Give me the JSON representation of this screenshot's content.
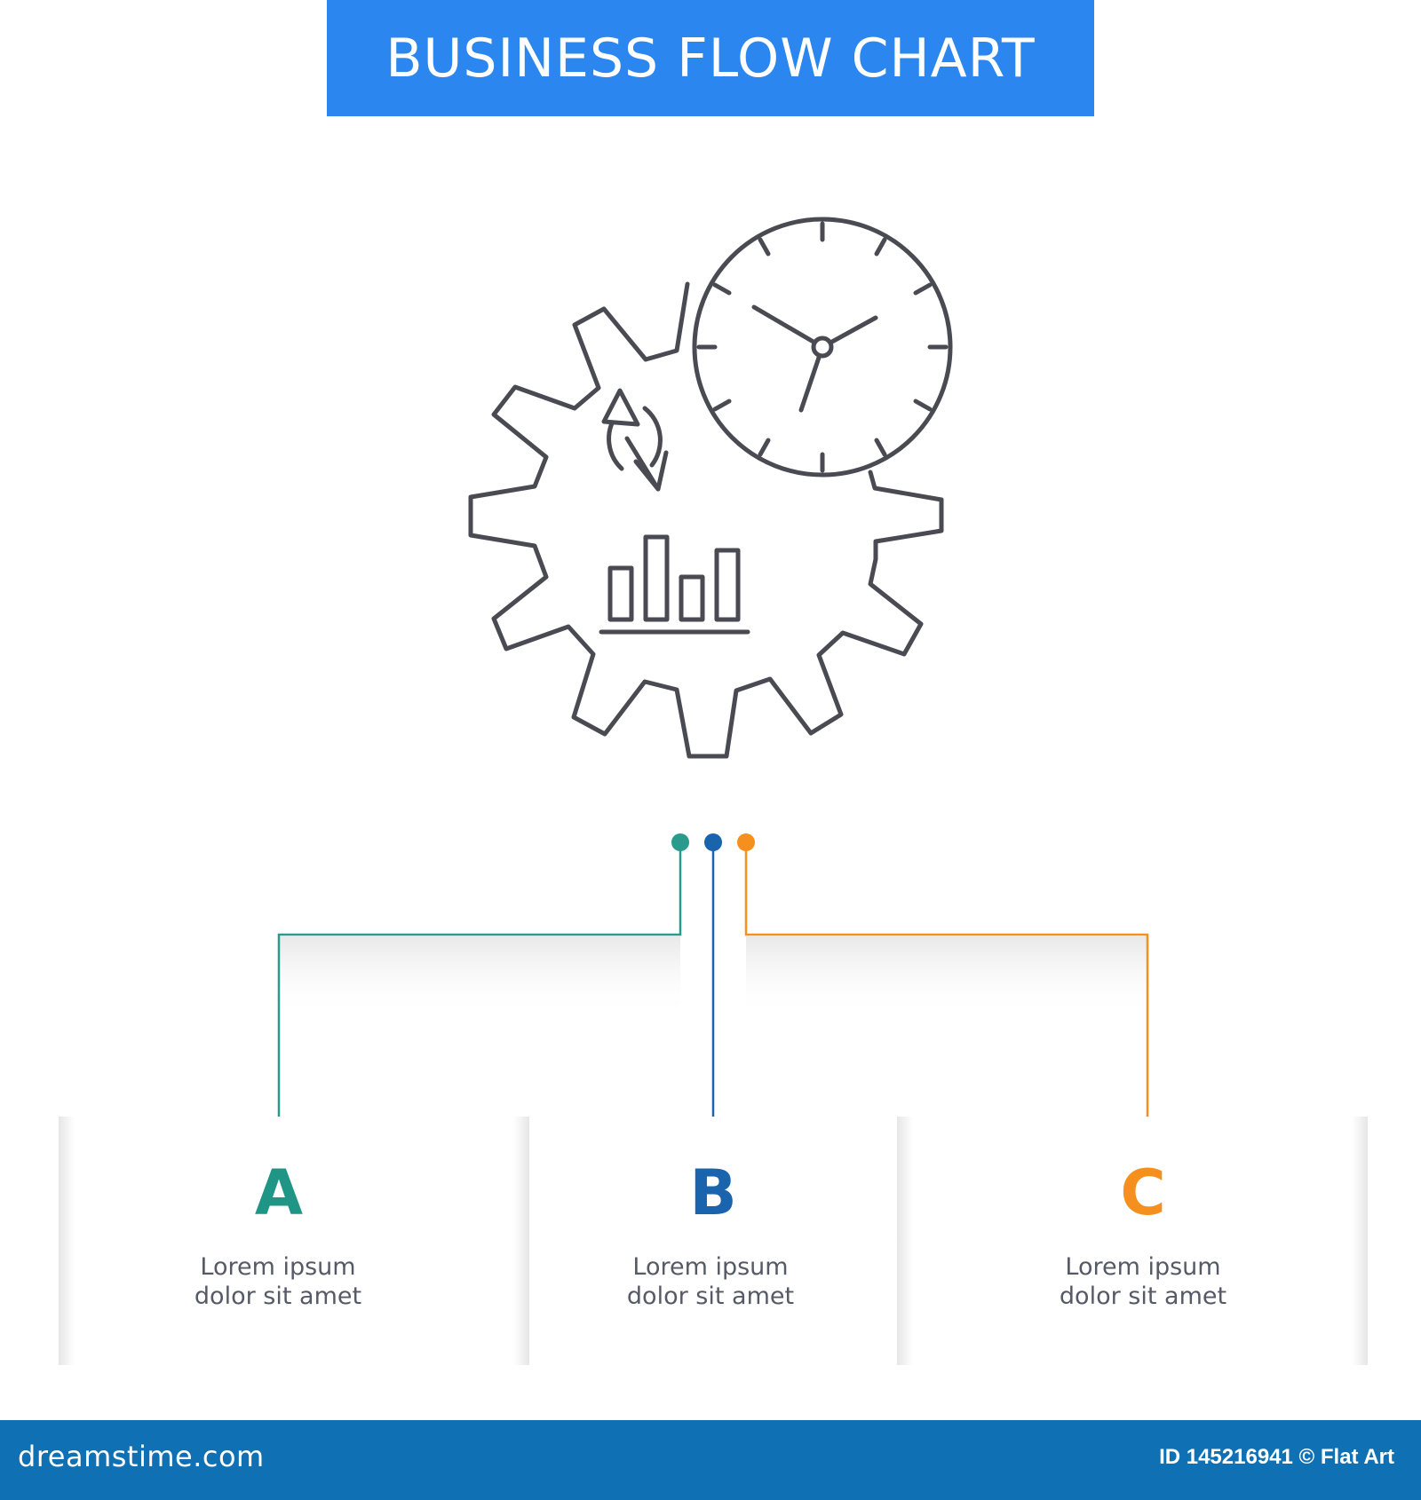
{
  "banner": {
    "title": "BUSINESS FLOW CHART",
    "color": "#2b87ef"
  },
  "dots": [
    {
      "name": "teal-dot",
      "color": "#2a9a8c"
    },
    {
      "name": "blue-dot",
      "color": "#1a63ad"
    },
    {
      "name": "orange-dot",
      "color": "#f5901e"
    }
  ],
  "steps": [
    {
      "letter": "A",
      "text_line1": "Lorem ipsum",
      "text_line2": "dolor sit amet",
      "color": "#1f9585"
    },
    {
      "letter": "B",
      "text_line1": "Lorem ipsum",
      "text_line2": "dolor sit amet",
      "color": "#1a63ad"
    },
    {
      "letter": "C",
      "text_line1": "Lorem ipsum",
      "text_line2": "dolor sit amet",
      "color": "#f5901e"
    }
  ],
  "icon": {
    "name": "gear-clock-chart-icon",
    "stroke_color": "#4a4a52"
  },
  "footer": {
    "site": "dreamstime.com",
    "credit": "ID 145216941 © Flat Art",
    "color": "#0f71b4"
  }
}
